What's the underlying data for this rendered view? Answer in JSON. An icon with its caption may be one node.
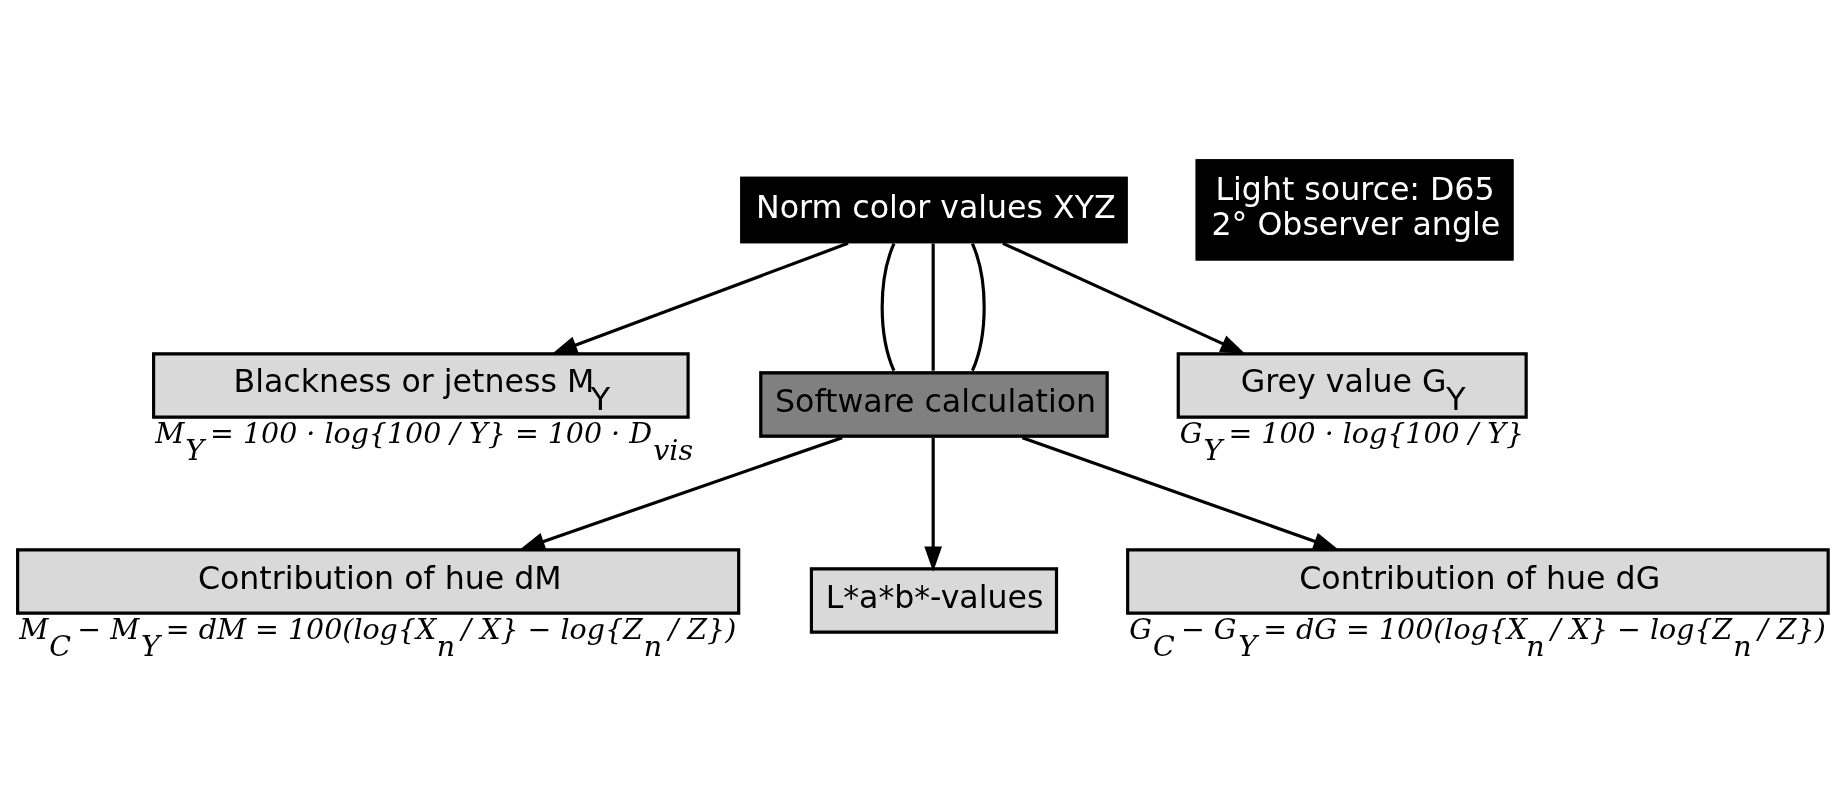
{
  "diagram": {
    "nodes": [
      {
        "text": [
          "Norm color values XYZ"
        ]
      },
      {
        "text": [
          "Light source: D65",
          "2° Observer angle"
        ]
      },
      {
        "text": [
          "Software calculation"
        ]
      },
      {
        "text": [
          "Blackness or jetness M$_{Y}$"
        ],
        "beside": [
          "M$_{Y}$ = 100 · log{100 / Y} = 100 · D$_{vis}$"
        ]
      },
      {
        "text": [
          "Grey value G$_{Y}$"
        ],
        "beside": [
          "G$_{Y}$ = 100 · log{100 / Y}"
        ]
      },
      {
        "text": [
          "Contribution of hue dM"
        ],
        "beside": [
          "M$_{C}$ − M$_{Y}$ = dM = 100(log{X$_{n}$ / X} − log{Z$_{n}$ / Z})"
        ]
      },
      {
        "text": [
          "Contribution of hue dG"
        ],
        "beside": [
          "G$_{C}$ − G$_{Y}$ = dG = 100(log{X$_{n}$ / X} − log{Z$_{n}$ / Z})"
        ]
      },
      {
        "text": [
          "L*a*b*-values"
        ]
      }
    ],
    "edges": [
      {
        "from": 0,
        "to": 3,
        "arrow": "to"
      },
      {
        "from": 0,
        "to": 4,
        "arrow": "to"
      },
      {
        "from": 0,
        "to": 2,
        "arrow": "none"
      },
      {
        "from": 0,
        "to": 2,
        "arrow": "none"
      },
      {
        "from": 0,
        "to": 2,
        "arrow": "none"
      },
      {
        "from": 2,
        "to": 5,
        "arrow": "to"
      },
      {
        "from": 2,
        "to": 7,
        "arrow": "to"
      },
      {
        "from": 2,
        "to": 6,
        "arrow": "to"
      }
    ]
  }
}
